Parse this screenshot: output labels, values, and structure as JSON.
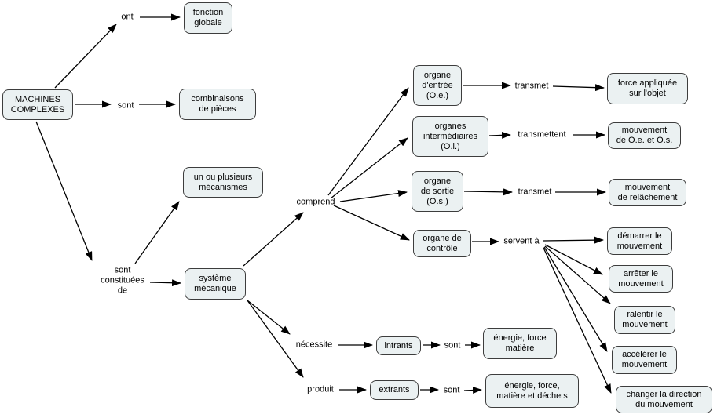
{
  "diagram": {
    "type": "concept-map",
    "language": "fr",
    "root": "MACHINES COMPLEXES"
  },
  "colors": {
    "background": "#ffffff",
    "node_fill": "#ebf1f2",
    "node_border": "#3d3d3d",
    "connector": "#000000",
    "text": "#000000"
  },
  "nodes": [
    {
      "id": "machines-complexes",
      "label": "MACHINES\nCOMPLEXES"
    },
    {
      "id": "fonction-globale",
      "label": "fonction\nglobale"
    },
    {
      "id": "combinaisons-de-pieces",
      "label": "combinaisons\nde pièces"
    },
    {
      "id": "un-ou-plusieurs-mecanismes",
      "label": "un ou plusieurs\nmécanismes"
    },
    {
      "id": "systeme-mecanique",
      "label": "système\nmécanique"
    },
    {
      "id": "organe-entree",
      "label": "organe\nd'entrée\n(O.e.)"
    },
    {
      "id": "organes-intermediaires",
      "label": "organes\nintermédiaires\n(O.i.)"
    },
    {
      "id": "organe-sortie",
      "label": "organe\nde sortie\n(O.s.)"
    },
    {
      "id": "organe-controle",
      "label": "organe de\ncontrôle"
    },
    {
      "id": "force-appliquee",
      "label": "force appliquée\nsur l'objet"
    },
    {
      "id": "mouvement-oe-os",
      "label": "mouvement\nde O.e. et O.s."
    },
    {
      "id": "mouvement-relachement",
      "label": "mouvement\nde relâchement"
    },
    {
      "id": "demarrer-mouvement",
      "label": "démarrer le\nmouvement"
    },
    {
      "id": "arreter-mouvement",
      "label": "arrêter le\nmouvement"
    },
    {
      "id": "ralentir-mouvement",
      "label": "ralentir le\nmouvement"
    },
    {
      "id": "accelerer-mouvement",
      "label": "accélérer le\nmouvement"
    },
    {
      "id": "changer-direction",
      "label": "changer la direction\ndu mouvement"
    },
    {
      "id": "intrants",
      "label": "intrants"
    },
    {
      "id": "extrants",
      "label": "extrants"
    },
    {
      "id": "energie-force-matiere",
      "label": "énergie, force\nmatière"
    },
    {
      "id": "energie-force-matiere-dechets",
      "label": "énergie, force,\nmatière et déchets"
    }
  ],
  "connector_labels": [
    {
      "id": "ont",
      "text": "ont"
    },
    {
      "id": "sont-1",
      "text": "sont"
    },
    {
      "id": "sont-constituees-de",
      "text": "sont\nconstituées\nde"
    },
    {
      "id": "comprend",
      "text": "comprend"
    },
    {
      "id": "transmet-1",
      "text": "transmet"
    },
    {
      "id": "transmettent",
      "text": "transmettent"
    },
    {
      "id": "transmet-2",
      "text": "transmet"
    },
    {
      "id": "servent-a",
      "text": "servent à"
    },
    {
      "id": "necessite",
      "text": "nécessite"
    },
    {
      "id": "sont-2",
      "text": "sont"
    },
    {
      "id": "produit",
      "text": "produit"
    },
    {
      "id": "sont-3",
      "text": "sont"
    }
  ],
  "relations": [
    {
      "from": "MACHINES COMPLEXES",
      "via": "ont",
      "to": "fonction globale"
    },
    {
      "from": "MACHINES COMPLEXES",
      "via": "sont",
      "to": "combinaisons de pièces"
    },
    {
      "from": "MACHINES COMPLEXES",
      "via": "sont constituées de",
      "to": "un ou plusieurs mécanismes"
    },
    {
      "from": "MACHINES COMPLEXES",
      "via": "sont constituées de",
      "to": "système mécanique"
    },
    {
      "from": "système mécanique",
      "via": "comprend",
      "to": "organe d'entrée (O.e.)"
    },
    {
      "from": "système mécanique",
      "via": "comprend",
      "to": "organes intermédiaires (O.i.)"
    },
    {
      "from": "système mécanique",
      "via": "comprend",
      "to": "organe de sortie (O.s.)"
    },
    {
      "from": "système mécanique",
      "via": "comprend",
      "to": "organe de contrôle"
    },
    {
      "from": "organe d'entrée (O.e.)",
      "via": "transmet",
      "to": "force appliquée sur l'objet"
    },
    {
      "from": "organes intermédiaires (O.i.)",
      "via": "transmettent",
      "to": "mouvement de O.e. et O.s."
    },
    {
      "from": "organe de sortie (O.s.)",
      "via": "transmet",
      "to": "mouvement de relâchement"
    },
    {
      "from": "organe de contrôle",
      "via": "servent à",
      "to": "démarrer le mouvement"
    },
    {
      "from": "organe de contrôle",
      "via": "servent à",
      "to": "arrêter le mouvement"
    },
    {
      "from": "organe de contrôle",
      "via": "servent à",
      "to": "ralentir le mouvement"
    },
    {
      "from": "organe de contrôle",
      "via": "servent à",
      "to": "accélérer le mouvement"
    },
    {
      "from": "organe de contrôle",
      "via": "servent à",
      "to": "changer la direction du mouvement"
    },
    {
      "from": "système mécanique",
      "via": "nécessite",
      "to": "intrants"
    },
    {
      "from": "intrants",
      "via": "sont",
      "to": "énergie, force matière"
    },
    {
      "from": "système mécanique",
      "via": "produit",
      "to": "extrants"
    },
    {
      "from": "extrants",
      "via": "sont",
      "to": "énergie, force, matière et déchets"
    }
  ]
}
